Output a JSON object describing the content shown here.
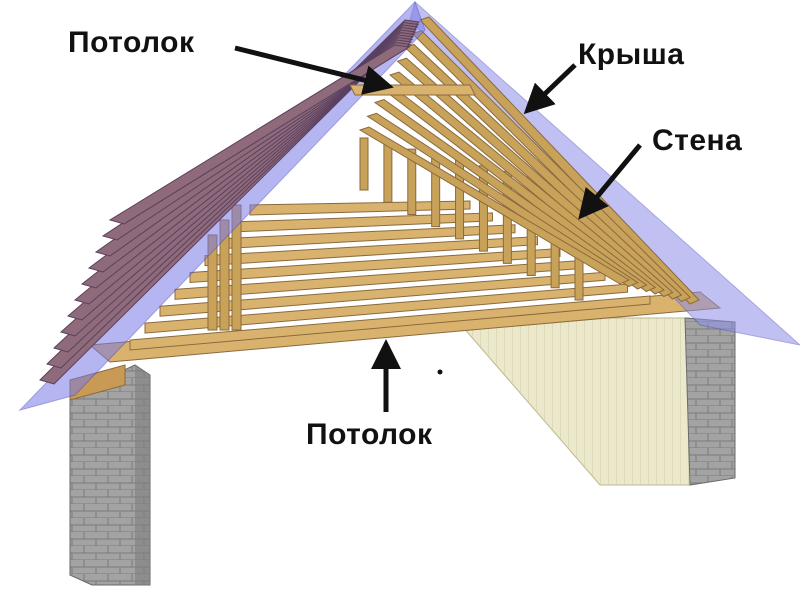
{
  "labels": {
    "ceiling_top": "Потолок",
    "roof": "Крыша",
    "wall": "Стена",
    "ceiling_bottom": "Потолок"
  },
  "colors": {
    "roof_plane": "#7a7ae6",
    "rafter": "#c9a25a",
    "rafter_shadow": "#8a6a3e",
    "beam": "#d9b36e",
    "brick": "#9a9a9a",
    "wall_panel": "#e9e6c8",
    "arrow": "#111111",
    "text": "#111111"
  }
}
